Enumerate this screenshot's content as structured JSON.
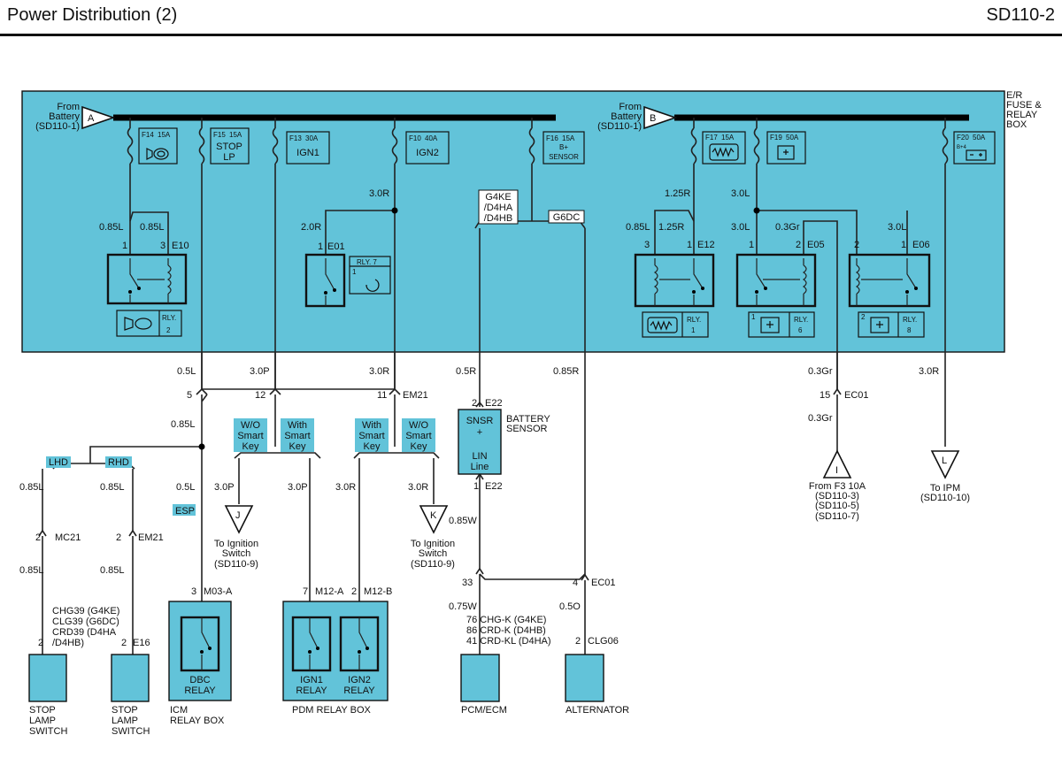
{
  "header": {
    "title": "Power Distribution (2)",
    "page_code": "SD110-2"
  },
  "main_box": {
    "name": [
      "E/R",
      "FUSE &",
      "RELAY",
      "BOX"
    ]
  },
  "bus_a": {
    "from": [
      "From",
      "Battery",
      "(SD110-1)"
    ],
    "letter": "A"
  },
  "bus_b": {
    "from": [
      "From",
      "Battery",
      "(SD110-1)"
    ],
    "letter": "B"
  },
  "fuses": [
    {
      "id": "F14",
      "rating": "15A",
      "content": ""
    },
    {
      "id": "F15",
      "rating": "15A",
      "content": [
        "STOP",
        "LP"
      ]
    },
    {
      "id": "F13",
      "rating": "30A",
      "content": [
        "IGN1"
      ]
    },
    {
      "id": "F10",
      "rating": "40A",
      "content": [
        "IGN2"
      ]
    },
    {
      "id": "F16",
      "rating": "15A",
      "content": [
        "B+",
        "SENSOR"
      ]
    },
    {
      "id": "F17",
      "rating": "15A",
      "content": ""
    },
    {
      "id": "F19",
      "rating": "50A",
      "content": ""
    },
    {
      "id": "F20",
      "rating": "50A",
      "content": [
        "B+4"
      ]
    }
  ],
  "relays": {
    "rly2": [
      "RLY.",
      "2"
    ],
    "rly7": [
      "RLY. 7",
      "1"
    ],
    "rly1": [
      "RLY.",
      "1"
    ],
    "rly6": [
      "RLY.",
      "6"
    ],
    "rly8": [
      "RLY.",
      "8"
    ],
    "fan_num1": "1",
    "fan_num2": "2"
  },
  "labels": {
    "w_085l_a": "0.85L",
    "w_085l_b": "0.85L",
    "pin3": "3",
    "pin1_a": "1",
    "e10": "E10",
    "w_20r": "2.0R",
    "w_30r_top": "3.0R",
    "pin1_b": "1",
    "e01": "E01",
    "g4ke": [
      "G4KE",
      "/D4HA",
      "/D4HB"
    ],
    "g6dc": "G6DC",
    "w_085l_c": "0.85L",
    "w_125r_a": "1.25R",
    "w_125r_b": "1.25R",
    "pin3_b": "3",
    "pin1_c": "1",
    "e12": "E12",
    "w_30l_a": "3.0L",
    "w_30l_b": "3.0L",
    "w_03gr": "0.3Gr",
    "pin1_d": "1",
    "pin2_a": "2",
    "e05": "E05",
    "w_30l_c": "3.0L",
    "pin2_b": "2",
    "pin1_e": "1",
    "e06": "E06",
    "w_05l": "0.5L",
    "w_30p": "3.0P",
    "w_30r_mid": "3.0R",
    "w_05r": "0.5R",
    "w_085r": "0.85R",
    "w_03gr_b": "0.3Gr",
    "w_30r_r": "3.0R",
    "p5": "5",
    "p12": "12",
    "p11": "11",
    "em21": "EM21",
    "p2_e22": "2",
    "e22": "E22",
    "snsr": [
      "SNSR",
      "+"
    ],
    "lin": [
      "LIN",
      "Line"
    ],
    "battery_sensor": [
      "BATTERY",
      "SENSOR"
    ],
    "p1_e22": "1",
    "e22b": "E22",
    "p15": "15",
    "ec01": "EC01",
    "w_03gr_c": "0.3Gr",
    "i_letter": "I",
    "i_text": [
      "From F3 10A",
      "(SD110-3)",
      "(SD110-5)",
      "(SD110-7)"
    ],
    "l_letter": "L",
    "l_text": [
      "To IPM",
      "(SD110-10)"
    ],
    "w_085l_d": "0.85L",
    "lhd": "LHD",
    "rhd": "RHD",
    "w_085l_e": "0.85L",
    "w_085l_f": "0.85L",
    "w_05l_b": "0.5L",
    "wo1": [
      "W/O",
      "Smart",
      "Key"
    ],
    "with1": [
      "With",
      "Smart",
      "Key"
    ],
    "with2": [
      "With",
      "Smart",
      "Key"
    ],
    "wo2": [
      "W/O",
      "Smart",
      "Key"
    ],
    "w_30p_b": "3.0P",
    "w_30p_c": "3.0P",
    "w_30r_b": "3.0R",
    "w_30r_c": "3.0R",
    "esp": "ESP",
    "j_letter": "J",
    "j_text": [
      "To Ignition",
      "Switch",
      "(SD110-9)"
    ],
    "k_letter": "K",
    "k_text": [
      "To Ignition",
      "Switch",
      "(SD110-9)"
    ],
    "w_085w": "0.85W",
    "p2_mc21": "2",
    "mc21": "MC21",
    "p2_em21": "2",
    "em21_b": "EM21",
    "w_085l_g": "0.85L",
    "w_085l_h": "0.85L",
    "p33": "33",
    "p4": "4",
    "ec01_b": "EC01",
    "w_075w": "0.75W",
    "w_05o": "0.5O",
    "pcm_pins": [
      "76 CHG-K (G4KE)",
      "86 CRD-K (D4HB)",
      "41 CRD-KL (D4HA)"
    ],
    "p2_clg": "2",
    "clg06": "CLG06",
    "chg": [
      "CHG39 (G4KE)",
      "CLG39 (G6DC)",
      "CRD39 (D4HA",
      "/D4HB)"
    ],
    "p2_a": "2",
    "p2_b": "2",
    "e16": "E16",
    "p3_m03": "3",
    "m03a": "M03-A",
    "p7": "7",
    "m12a": "M12-A",
    "p2_m12b": "2",
    "m12b": "M12-B",
    "dbc": [
      "DBC",
      "RELAY"
    ],
    "ign1r": [
      "IGN1",
      "RELAY"
    ],
    "ign2r": [
      "IGN2",
      "RELAY"
    ]
  },
  "components": {
    "stop1": [
      "STOP",
      "LAMP",
      "SWITCH"
    ],
    "stop2": [
      "STOP",
      "LAMP",
      "SWITCH"
    ],
    "icm": [
      "ICM",
      "RELAY BOX"
    ],
    "pdm": "PDM RELAY BOX",
    "pcm": "PCM/ECM",
    "alt": "ALTERNATOR"
  },
  "colors": {
    "module_fill": "#62c3d9"
  }
}
